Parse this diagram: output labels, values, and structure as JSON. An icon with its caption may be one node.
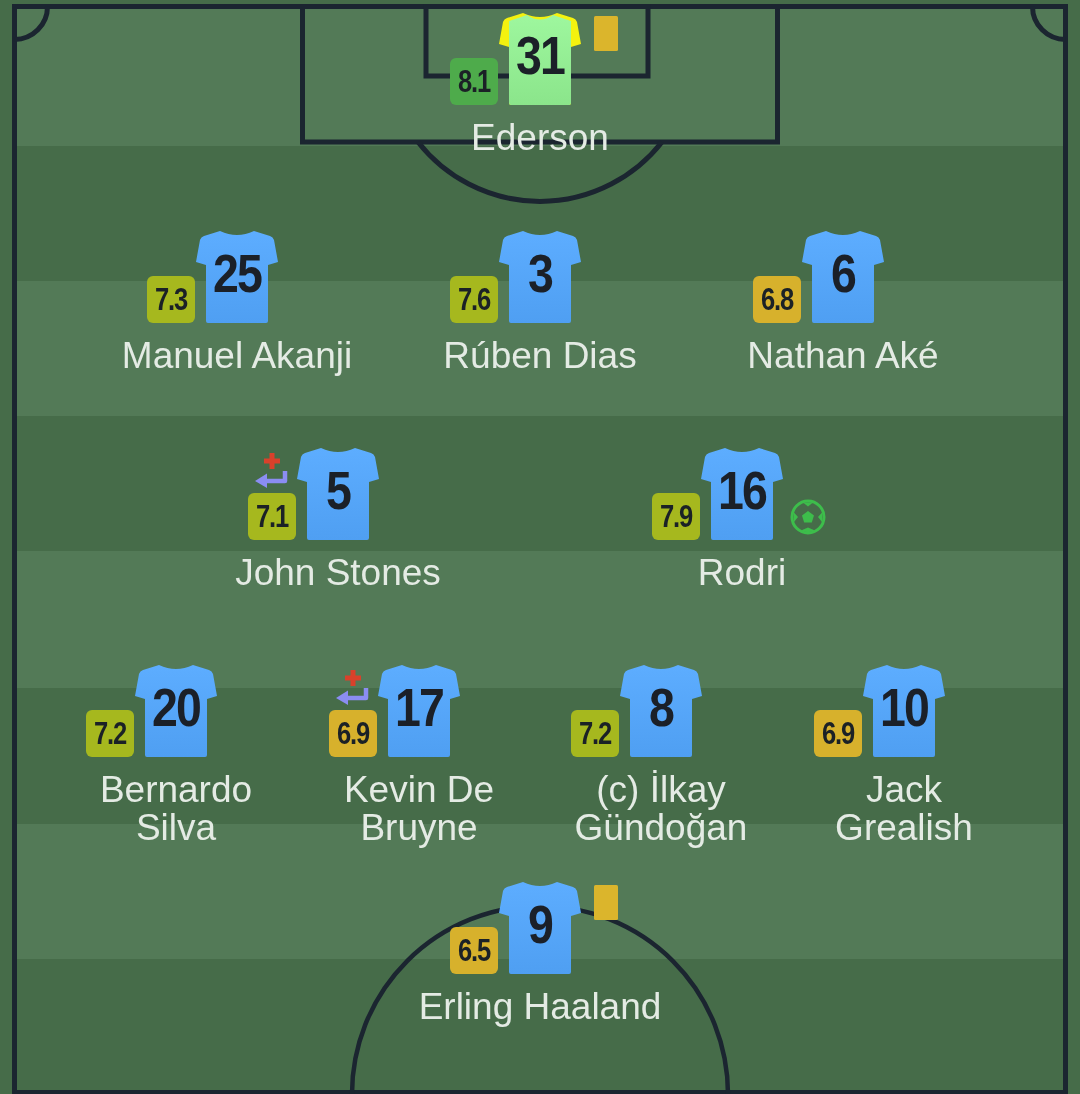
{
  "diagram": {
    "nodes": [
      {
        "text": [
          "8.1"
        ]
      },
      {
        "text": [
          "31"
        ],
        "beside": [
          "Ederson"
        ]
      },
      {
        "text": [
          "7.3"
        ]
      },
      {
        "text": [
          "25"
        ],
        "beside": [
          "Manuel Akanji"
        ]
      },
      {
        "text": [
          "7.6"
        ]
      },
      {
        "text": [
          "3"
        ],
        "beside": [
          "Rúben Dias"
        ]
      },
      {
        "text": [
          "6.8"
        ]
      },
      {
        "text": [
          "6"
        ],
        "beside": [
          "Nathan Aké"
        ]
      },
      {
        "text": [
          "7.1"
        ]
      },
      {
        "text": [
          "5"
        ],
        "beside": [
          "John Stones"
        ]
      },
      {
        "text": [
          "7.9"
        ]
      },
      {
        "text": [
          "16"
        ],
        "beside": [
          "Rodri"
        ]
      },
      {
        "text": [
          "7.2"
        ]
      },
      {
        "text": [
          "20"
        ],
        "beside": [
          "Bernardo Silva"
        ]
      },
      {
        "text": [
          "6.9"
        ]
      },
      {
        "text": [
          "17"
        ],
        "beside": [
          "Kevin De Bruyne"
        ]
      },
      {
        "text": [
          "7.2"
        ]
      },
      {
        "text": [
          "8"
        ],
        "beside": [
          "(c) İlkay Gündoğan"
        ]
      },
      {
        "text": [
          "6.9"
        ]
      },
      {
        "text": [
          "10"
        ],
        "beside": [
          "Jack Grealish"
        ]
      },
      {
        "text": [
          "6.5"
        ]
      },
      {
        "text": [
          "9"
        ],
        "beside": [
          "Erling Haaland"
        ]
      }
    ]
  }
}
